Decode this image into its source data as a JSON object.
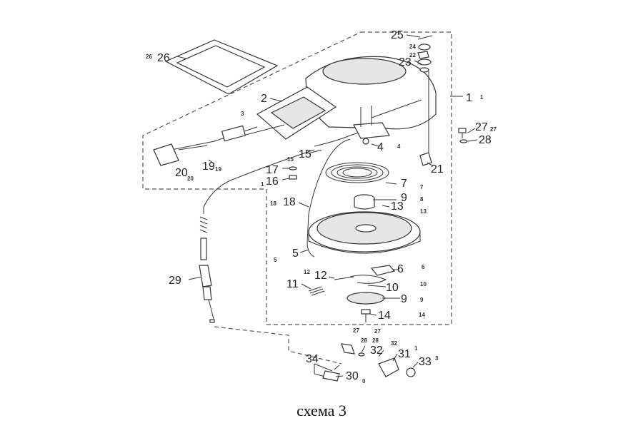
{
  "caption": "схема 3",
  "callouts": [
    {
      "id": "c25",
      "text": "25"
    },
    {
      "id": "c23",
      "text": "23"
    },
    {
      "id": "c26",
      "text": "26"
    },
    {
      "id": "c2",
      "text": "2"
    },
    {
      "id": "c1",
      "text": "1"
    },
    {
      "id": "c27",
      "text": "27"
    },
    {
      "id": "c28",
      "text": "28"
    },
    {
      "id": "c4",
      "text": "4"
    },
    {
      "id": "c15",
      "text": "15"
    },
    {
      "id": "c17",
      "text": "17"
    },
    {
      "id": "c16",
      "text": "16"
    },
    {
      "id": "c19",
      "text": "19"
    },
    {
      "id": "c20",
      "text": "20"
    },
    {
      "id": "c21",
      "text": "21"
    },
    {
      "id": "c7",
      "text": "7"
    },
    {
      "id": "c8",
      "text": "9"
    },
    {
      "id": "c13",
      "text": "13"
    },
    {
      "id": "c18",
      "text": "18"
    },
    {
      "id": "c5",
      "text": "5"
    },
    {
      "id": "c6",
      "text": "6"
    },
    {
      "id": "c12",
      "text": "12"
    },
    {
      "id": "c11",
      "text": "11"
    },
    {
      "id": "c10",
      "text": "10"
    },
    {
      "id": "c9",
      "text": "9"
    },
    {
      "id": "c14",
      "text": "14"
    },
    {
      "id": "c29",
      "text": "29"
    },
    {
      "id": "c27b",
      "text": "27"
    },
    {
      "id": "c28b",
      "text": "28"
    },
    {
      "id": "c32",
      "text": "32"
    },
    {
      "id": "c31",
      "text": "31"
    },
    {
      "id": "c34",
      "text": "34"
    },
    {
      "id": "c33",
      "text": "33"
    },
    {
      "id": "c30",
      "text": "30"
    }
  ],
  "small_marks": [
    {
      "id": "s26",
      "text": "26"
    },
    {
      "id": "s24",
      "text": "24"
    },
    {
      "id": "s22",
      "text": "22"
    },
    {
      "id": "s1",
      "text": "1"
    },
    {
      "id": "s3",
      "text": "3"
    },
    {
      "id": "s27",
      "text": "27"
    },
    {
      "id": "s4",
      "text": "4"
    },
    {
      "id": "s15",
      "text": "15"
    },
    {
      "id": "s1b",
      "text": "1"
    },
    {
      "id": "s19",
      "text": "19"
    },
    {
      "id": "s20",
      "text": "20"
    },
    {
      "id": "s7",
      "text": "7"
    },
    {
      "id": "s8",
      "text": "8"
    },
    {
      "id": "s13",
      "text": "13"
    },
    {
      "id": "s18",
      "text": "18"
    },
    {
      "id": "s5",
      "text": "5"
    },
    {
      "id": "s6",
      "text": "6"
    },
    {
      "id": "s12",
      "text": "12"
    },
    {
      "id": "s10",
      "text": "10"
    },
    {
      "id": "s9",
      "text": "9"
    },
    {
      "id": "s14",
      "text": "14"
    },
    {
      "id": "s27b",
      "text": "27"
    },
    {
      "id": "s28b",
      "text": "28"
    },
    {
      "id": "s32",
      "text": "32"
    },
    {
      "id": "s31",
      "text": "1"
    },
    {
      "id": "s33",
      "text": "3"
    },
    {
      "id": "s30",
      "text": "0"
    }
  ]
}
